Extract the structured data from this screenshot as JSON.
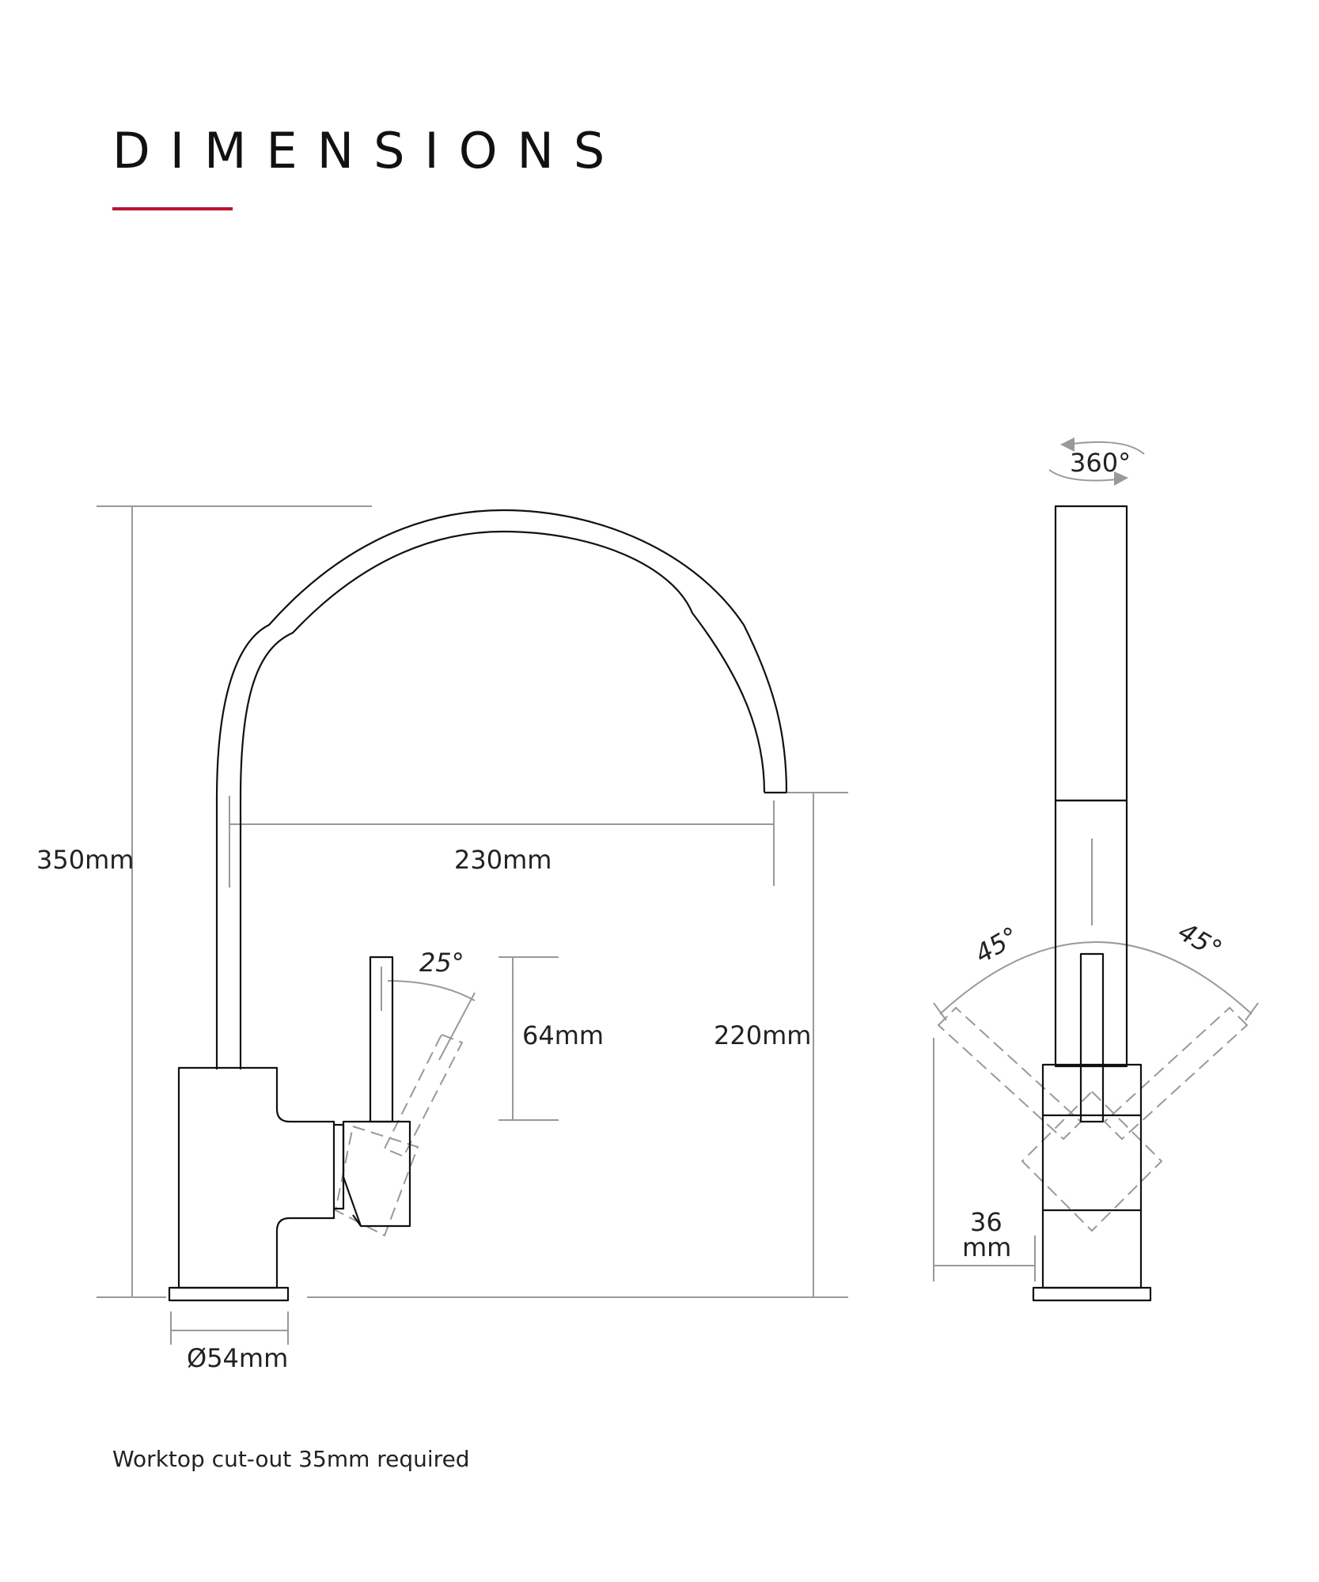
{
  "page": {
    "title": "DIMENSIONS",
    "footnote": "Worktop cut-out 35mm required"
  },
  "colors": {
    "accent": "#c8102e",
    "outline": "#111111",
    "dimension": "#999999"
  },
  "side_view": {
    "total_height": "350mm",
    "spout_reach": "230mm",
    "lever_angle": "25°",
    "lever_height": "64mm",
    "spout_height": "220mm",
    "base_diameter": "Ø54mm"
  },
  "front_view": {
    "rotation": "360°",
    "lever_left_angle": "45°",
    "lever_right_angle": "45°",
    "body_width_value": "36",
    "body_width_unit": "mm"
  }
}
